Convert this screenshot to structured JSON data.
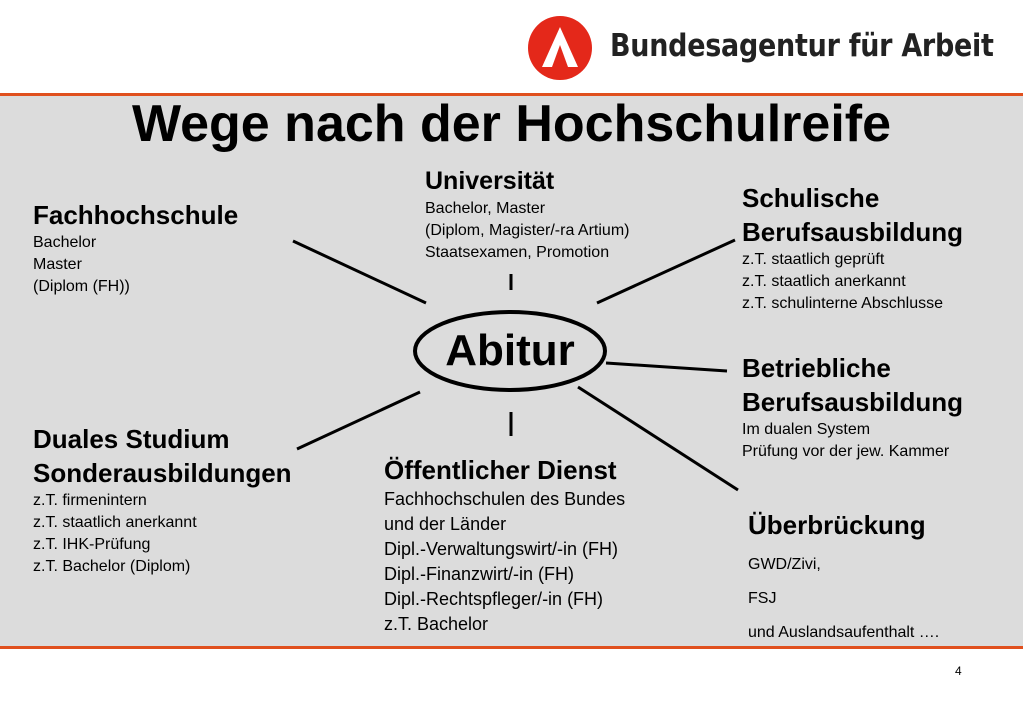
{
  "header": {
    "brand": "Bundesagentur für Arbeit",
    "page_number": "4"
  },
  "colors": {
    "accent": "#e0501e",
    "panel": "#dcdcdc",
    "logo_red": "#e4281a"
  },
  "title": "Wege nach der Hochschulreife",
  "center": "Abitur",
  "nodes": {
    "fachhochschule": {
      "title": "Fachhochschule",
      "lines": [
        "Bachelor",
        "Master",
        "(Diplom (FH))"
      ]
    },
    "universitaet": {
      "title": "Universität",
      "lines": [
        "Bachelor, Master",
        "(Diplom, Magister/-ra Artium)",
        "Staatsexamen, Promotion"
      ]
    },
    "schulische": {
      "title_lines": [
        "Schulische",
        "Berufsausbildung"
      ],
      "lines": [
        "z.T. staatlich geprüft",
        "z.T. staatlich anerkannt",
        "z.T. schulinterne Abschlusse"
      ]
    },
    "betriebliche": {
      "title_lines": [
        "Betriebliche",
        "Berufsausbildung"
      ],
      "lines": [
        "Im dualen System",
        "Prüfung vor der jew. Kammer"
      ]
    },
    "duales": {
      "title_lines": [
        "Duales Studium",
        "Sonderausbildungen"
      ],
      "lines": [
        "z.T. firmenintern",
        "z.T. staatlich anerkannt",
        "z.T. IHK-Prüfung",
        "z.T. Bachelor (Diplom)"
      ]
    },
    "oeffentlich": {
      "title": "Öffentlicher Dienst",
      "lines": [
        "Fachhochschulen des Bundes",
        "und der Länder",
        "Dipl.-Verwaltungswirt/-in (FH)",
        "Dipl.-Finanzwirt/-in (FH)",
        "Dipl.-Rechtspfleger/-in (FH)",
        "z.T. Bachelor"
      ]
    },
    "ueberbrueckung": {
      "title": "Überbrückung",
      "lines": [
        "GWD/Zivi,",
        "FSJ",
        "und Auslandsaufenthalt …."
      ]
    }
  }
}
